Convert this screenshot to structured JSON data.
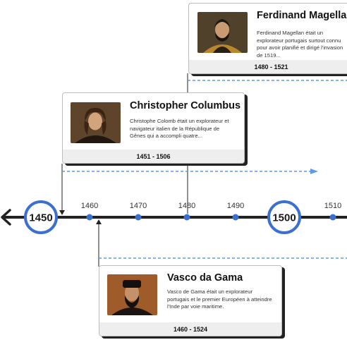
{
  "colors": {
    "accent": "#3b6fd0",
    "axis": "#222222",
    "dash": "#5b9be8",
    "card_shadow": "#222222",
    "card_footer": "#eeeeee"
  },
  "timeline": {
    "start_nav_icon": "arrow-left-icon",
    "major_markers": [
      {
        "label": "1450",
        "year": 1450
      },
      {
        "label": "1500",
        "year": 1500
      }
    ],
    "ticks": [
      {
        "label": "1460",
        "year": 1460
      },
      {
        "label": "1470",
        "year": 1470
      },
      {
        "label": "1480",
        "year": 1480
      },
      {
        "label": "1490",
        "year": 1490
      },
      {
        "label": "1510",
        "year": 1510
      }
    ]
  },
  "events": {
    "magellan": {
      "name": "Ferdinand Magellan",
      "description": "Ferdinand Magellan était un explorateur portugais surtout connu pour avoir planifié et dirigé l'invasion de 1519...",
      "dates": "1480 - 1521",
      "start_year": 1480,
      "portrait_icon": "portrait-magellan-icon"
    },
    "columbus": {
      "name": "Christopher Columbus",
      "description": "Christophe Colomb était un explorateur et navigateur italien de la République de Gênes qui a accompli quatre...",
      "dates": "1451 - 1506",
      "start_year": 1451,
      "portrait_icon": "portrait-columbus-icon"
    },
    "dagama": {
      "name": "Vasco da Gama",
      "description": "Vasco de Gama était un explorateur portugais et le premier Européen à atteindre l'Inde par voie maritime.",
      "dates": "1460 - 1524",
      "start_year": 1460,
      "portrait_icon": "portrait-dagama-icon"
    }
  }
}
